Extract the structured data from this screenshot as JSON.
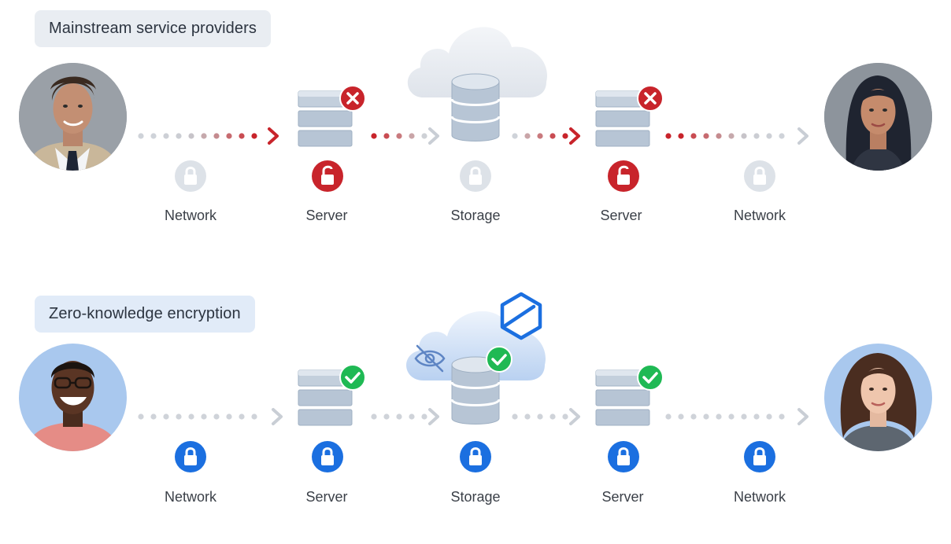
{
  "sections": [
    {
      "id": "mainstream",
      "title": "Mainstream service providers",
      "badge_color": "#e9edf2",
      "labels": [
        "Network",
        "Server",
        "Storage",
        "Server",
        "Network"
      ],
      "lock_states": [
        "neutral",
        "unlocked-red",
        "neutral",
        "unlocked-red",
        "neutral"
      ],
      "server_status": "error",
      "colors": {
        "lock_neutral": "#dde2e8",
        "lock_alert": "#c8242b",
        "status": "#c8242b",
        "dots_warm": "#c8242b",
        "dots_cool": "#c9ced5"
      }
    },
    {
      "id": "zero-knowledge",
      "title": "Zero-knowledge encryption",
      "badge_color": "#e1ebf8",
      "labels": [
        "Network",
        "Server",
        "Storage",
        "Server",
        "Network"
      ],
      "lock_states": [
        "locked-blue",
        "locked-blue",
        "locked-blue",
        "locked-blue",
        "locked-blue"
      ],
      "server_status": "ok",
      "colors": {
        "lock_neutral": "#1b6fe0",
        "lock_alert": "#1b6fe0",
        "status": "#1fb954",
        "brand_logo": "#1b6fe0"
      }
    }
  ],
  "icons": {
    "error": "close-x-icon",
    "ok": "checkmark-icon",
    "hidden": "eye-slash-icon",
    "brand": "hexagon-logo-icon",
    "storage": "database-icon",
    "server": "server-stack-icon",
    "cloud": "cloud-icon"
  }
}
